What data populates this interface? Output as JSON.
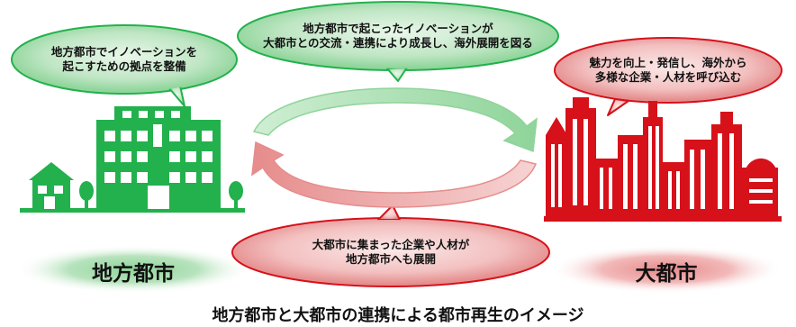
{
  "bubbles": {
    "left_green": {
      "line1": "地方都市でイノベーションを",
      "line2": "起こすための拠点を整備"
    },
    "top_green": {
      "line1": "地方都市で起こったイノベーションが",
      "line2": "大都市との交流・連携により成長し、海外展開を図る"
    },
    "right_red": {
      "line1": "魅力を向上・発信し、海外から",
      "line2": "多様な企業・人材を呼び込む"
    },
    "bottom_red": {
      "line1": "大都市に集まった企業や人材が",
      "line2": "地方都市へも展開"
    }
  },
  "labels": {
    "regional_city": "地方都市",
    "big_city": "大都市"
  },
  "caption": "地方都市と大都市の連携による都市再生のイメージ",
  "colors": {
    "green": "#22b14c",
    "light_green": "#8fd49a",
    "red": "#d6111a",
    "light_red": "#e88a8a"
  }
}
